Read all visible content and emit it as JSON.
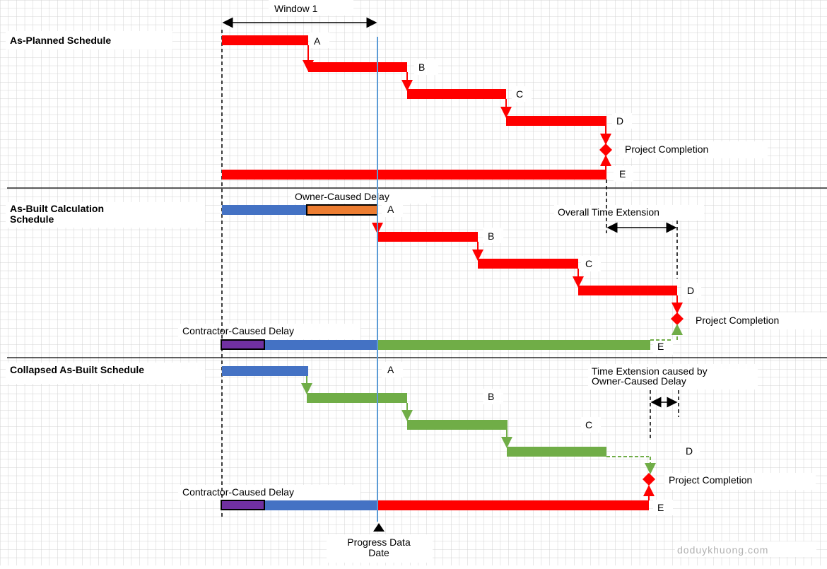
{
  "window_label": "Window 1",
  "sections": {
    "as_planned": {
      "title": "As-Planned Schedule"
    },
    "as_built": {
      "title_line1": "As-Built Calculation",
      "title_line2": "Schedule"
    },
    "collapsed": {
      "title": "Collapsed As-Built Schedule"
    }
  },
  "activities": {
    "a": "A",
    "b": "B",
    "c": "C",
    "d": "D",
    "e": "E"
  },
  "labels": {
    "project_completion": "Project Completion",
    "owner_caused_delay": "Owner-Caused Delay",
    "contractor_caused_delay": "Contractor-Caused Delay",
    "overall_time_extension": "Overall Time Extension",
    "time_extension_line1": "Time Extension caused by",
    "time_extension_line2": "Owner-Caused Delay",
    "progress_line1": "Progress Data",
    "progress_line2": "Date"
  },
  "watermark": "doduykhuong.com",
  "colors": {
    "planned": "#ff0000",
    "actual": "#4472c4",
    "remaining": "#70ad47",
    "owner_delay": "#ed7d31",
    "contractor_delay": "#7030a0",
    "progress_line": "#5b9bd5",
    "grid": "#d0d0d0"
  }
}
